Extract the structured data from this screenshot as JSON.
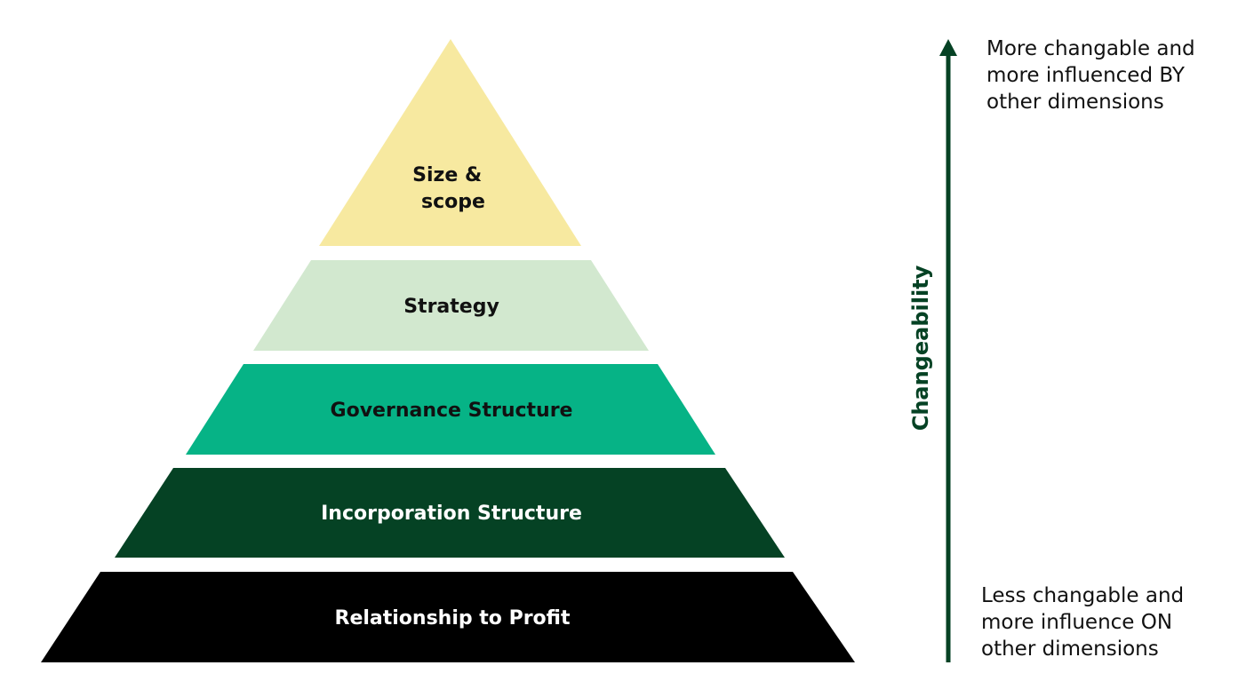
{
  "pyramid": {
    "layers": [
      {
        "id": "size-scope",
        "lines": [
          "Size &",
          "scope"
        ],
        "fill": "#f7e9a0",
        "text_color": "#111111"
      },
      {
        "id": "strategy",
        "lines": [
          "Strategy"
        ],
        "fill": "#d2e8cf",
        "text_color": "#111111"
      },
      {
        "id": "governance-structure",
        "lines": [
          "Governance Structure"
        ],
        "fill": "#06b386",
        "text_color": "#111111"
      },
      {
        "id": "incorporation-structure",
        "lines": [
          "Incorporation Structure"
        ],
        "fill": "#054224",
        "text_color": "#ffffff"
      },
      {
        "id": "relationship-to-profit",
        "lines": [
          "Relationship to Profit"
        ],
        "fill": "#000000",
        "text_color": "#ffffff"
      }
    ]
  },
  "axis": {
    "label": "Changeability",
    "color": "#054224",
    "direction": "up"
  },
  "notes": {
    "top": [
      "More changable and",
      "more influenced BY",
      "other dimensions"
    ],
    "bottom": [
      "Less changable and",
      "more influence ON",
      "other dimensions"
    ]
  }
}
